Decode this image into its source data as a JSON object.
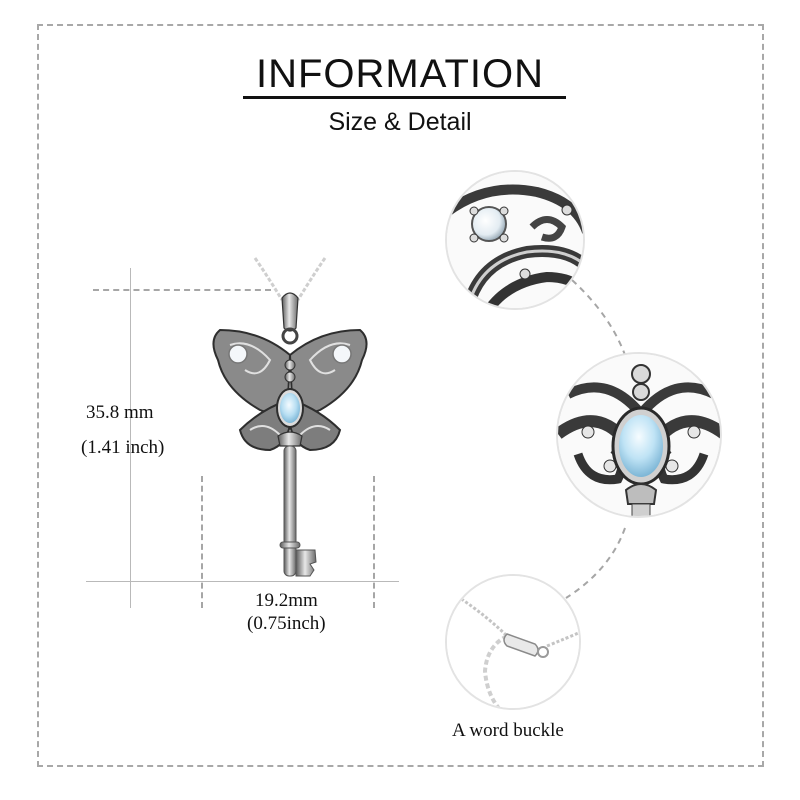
{
  "header": {
    "title": "INFORMATION",
    "subtitle": "Size & Detail"
  },
  "dimensions": {
    "height_mm": "35.8 mm",
    "height_inch": "(1.41 inch)",
    "width_mm": "19.2mm",
    "width_inch": "(0.75inch)"
  },
  "product": {
    "image": "butterfly-key-pendant-necklace",
    "stone_colors": {
      "moonstone": "#bfe3f5",
      "cz": "#f4f7fa",
      "silver_dark": "#3b3b3b",
      "silver_light": "#d9d9d9"
    }
  },
  "details": [
    {
      "name": "zoom-cz-stone-wing",
      "caption": ""
    },
    {
      "name": "zoom-moonstone-center",
      "caption": ""
    },
    {
      "name": "zoom-clasp",
      "caption": "A word buckle"
    }
  ],
  "colors": {
    "border_dash": "#a8a8a8",
    "text": "#111111",
    "background": "#ffffff"
  }
}
